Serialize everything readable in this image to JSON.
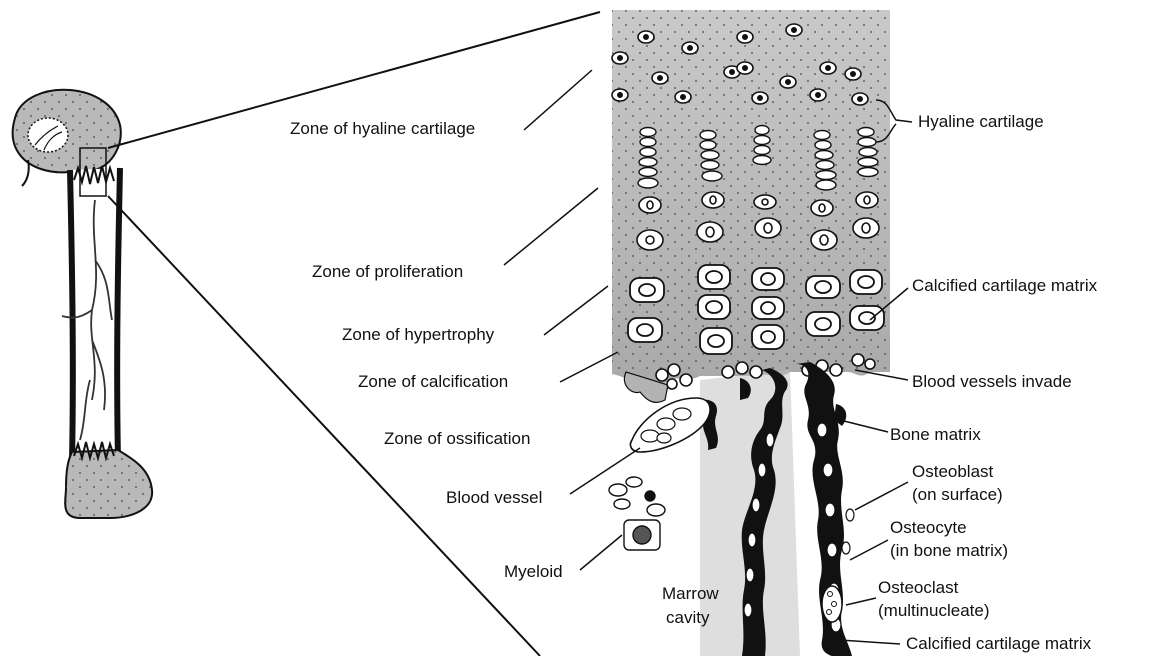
{
  "labels": {
    "left": {
      "zone_hyaline": "Zone of hyaline cartilage",
      "zone_proliferation": "Zone of proliferation",
      "zone_hypertrophy": "Zone of hypertrophy",
      "zone_calcification": "Zone of calcification",
      "zone_ossification": "Zone of ossification",
      "blood_vessel": "Blood vessel",
      "myeloid": "Myeloid",
      "marrow_cavity_1": "Marrow",
      "marrow_cavity_2": "cavity"
    },
    "right": {
      "hyaline_cartilage": "Hyaline cartilage",
      "calcified_matrix_top": "Calcified cartilage matrix",
      "blood_vessels_invade": "Blood vessels invade",
      "bone_matrix": "Bone matrix",
      "osteoblast_1": "Osteoblast",
      "osteoblast_2": "(on surface)",
      "osteocyte_1": "Osteocyte",
      "osteocyte_2": "(in bone matrix)",
      "osteoclast_1": "Osteoclast",
      "osteoclast_2": "(multinucleate)",
      "calcified_matrix_bottom": "Calcified cartilage matrix"
    }
  },
  "colors": {
    "cartilage_gray": "#bdbdbd",
    "bone_black": "#111111",
    "line": "#111111"
  }
}
